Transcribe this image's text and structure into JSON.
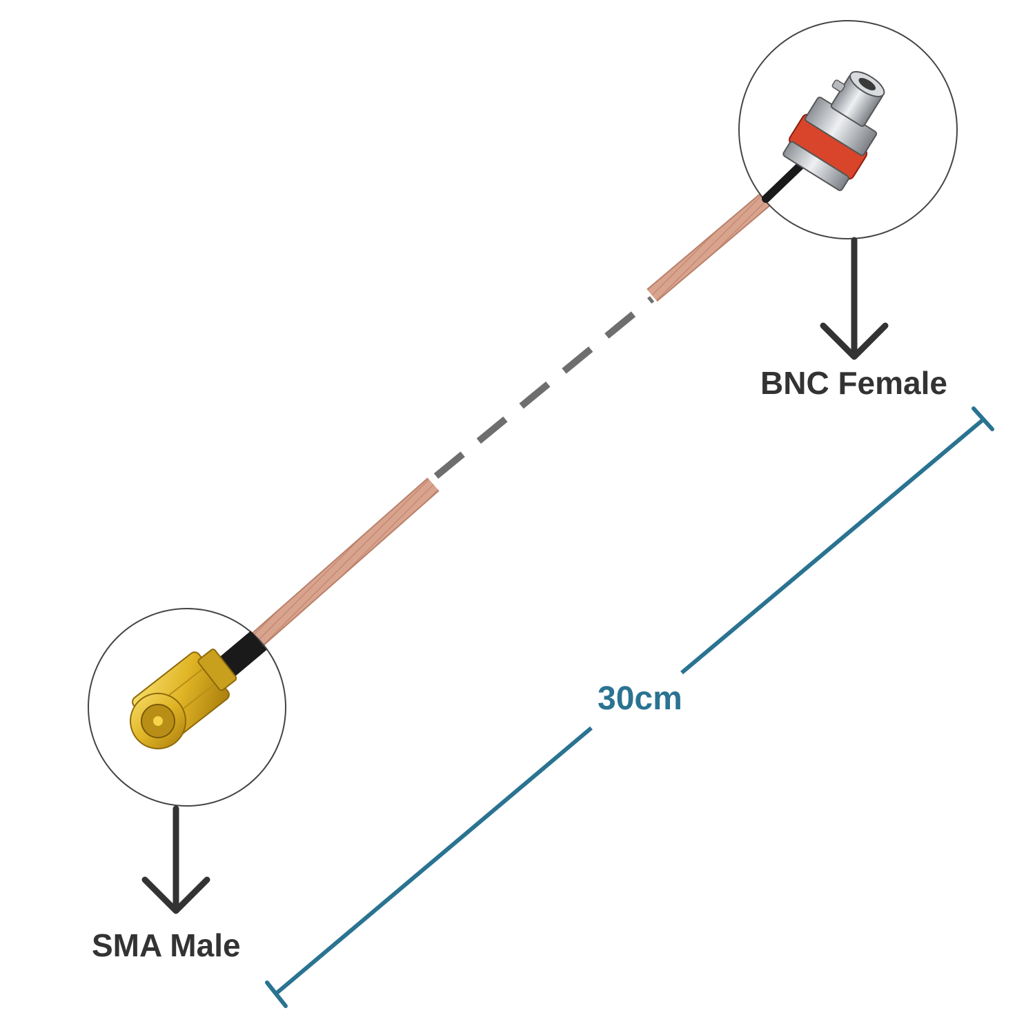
{
  "labels": {
    "bnc_connector": "BNC Female",
    "sma_connector": "SMA Male",
    "cable_length": "30cm"
  },
  "colors": {
    "background": "#ffffff",
    "label_text": "#333333",
    "dimension_accent": "#2a7391",
    "cable_jacket": "#d9a48e",
    "cable_break_dashes": "#6e6e6e",
    "connector_gold": "#e0b425",
    "connector_silver": "#c9ccd1",
    "gasket_red": "#d8452b",
    "arrow": "#333333",
    "inset_circle_outline": "#444444"
  },
  "icons": [
    "down-arrow-icon",
    "dimension-line-icon"
  ]
}
